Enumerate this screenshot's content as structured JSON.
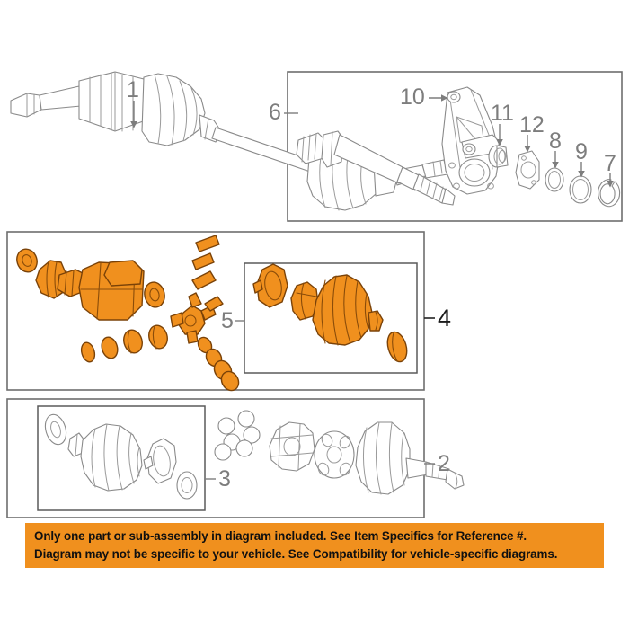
{
  "diagram": {
    "title": "Axle Shaft / CV Joint Exploded Parts Diagram",
    "background_color": "#ffffff",
    "highlight_color": "#f0901e",
    "line_color": "#8a8a8a",
    "panel_border_color": "#6e6e6e"
  },
  "callouts": [
    {
      "id": "1",
      "label": "1",
      "style": "gray",
      "part": "front-wheel-drive-axle-shaft-assembly"
    },
    {
      "id": "6",
      "label": "6",
      "style": "gray",
      "part": "intermediate-shaft-and-bearing-bracket-assembly"
    },
    {
      "id": "10",
      "label": "10",
      "style": "gray",
      "part": "bearing-support-bracket"
    },
    {
      "id": "11",
      "label": "11",
      "style": "gray",
      "part": "intermediate-shaft-bearing"
    },
    {
      "id": "12",
      "label": "12",
      "style": "gray",
      "part": "bearing-retainer-plate"
    },
    {
      "id": "8",
      "label": "8",
      "style": "gray",
      "part": "seal-ring"
    },
    {
      "id": "9",
      "label": "9",
      "style": "gray",
      "part": "outer-ring"
    },
    {
      "id": "7",
      "label": "7",
      "style": "gray",
      "part": "snap-ring"
    },
    {
      "id": "5",
      "label": "5",
      "style": "gray",
      "part": "inner-cv-joint-repair-kit"
    },
    {
      "id": "4",
      "label": "4",
      "style": "dark",
      "part": "inner-cv-joint-boot-kit"
    },
    {
      "id": "3",
      "label": "3",
      "style": "gray",
      "part": "outer-cv-joint-boot-kit"
    },
    {
      "id": "2",
      "label": "2",
      "style": "gray",
      "part": "outer-cv-joint-repair-kit"
    }
  ],
  "panels": [
    {
      "name": "intermediate-shaft-panel",
      "callout": "6"
    },
    {
      "name": "inner-joint-panel",
      "callout": "5"
    },
    {
      "name": "inner-boot-kit-panel",
      "callout": "4"
    },
    {
      "name": "outer-joint-panel",
      "callout": "2"
    },
    {
      "name": "outer-boot-kit-panel",
      "callout": "3"
    }
  ],
  "footer": {
    "background_color": "#f0901e",
    "text_color": "#101010",
    "line1": "Only one part or sub-assembly in diagram included. See Item Specifics for Reference #.",
    "line2": "Diagram may not be specific to your vehicle. See Compatibility for vehicle-specific diagrams."
  }
}
